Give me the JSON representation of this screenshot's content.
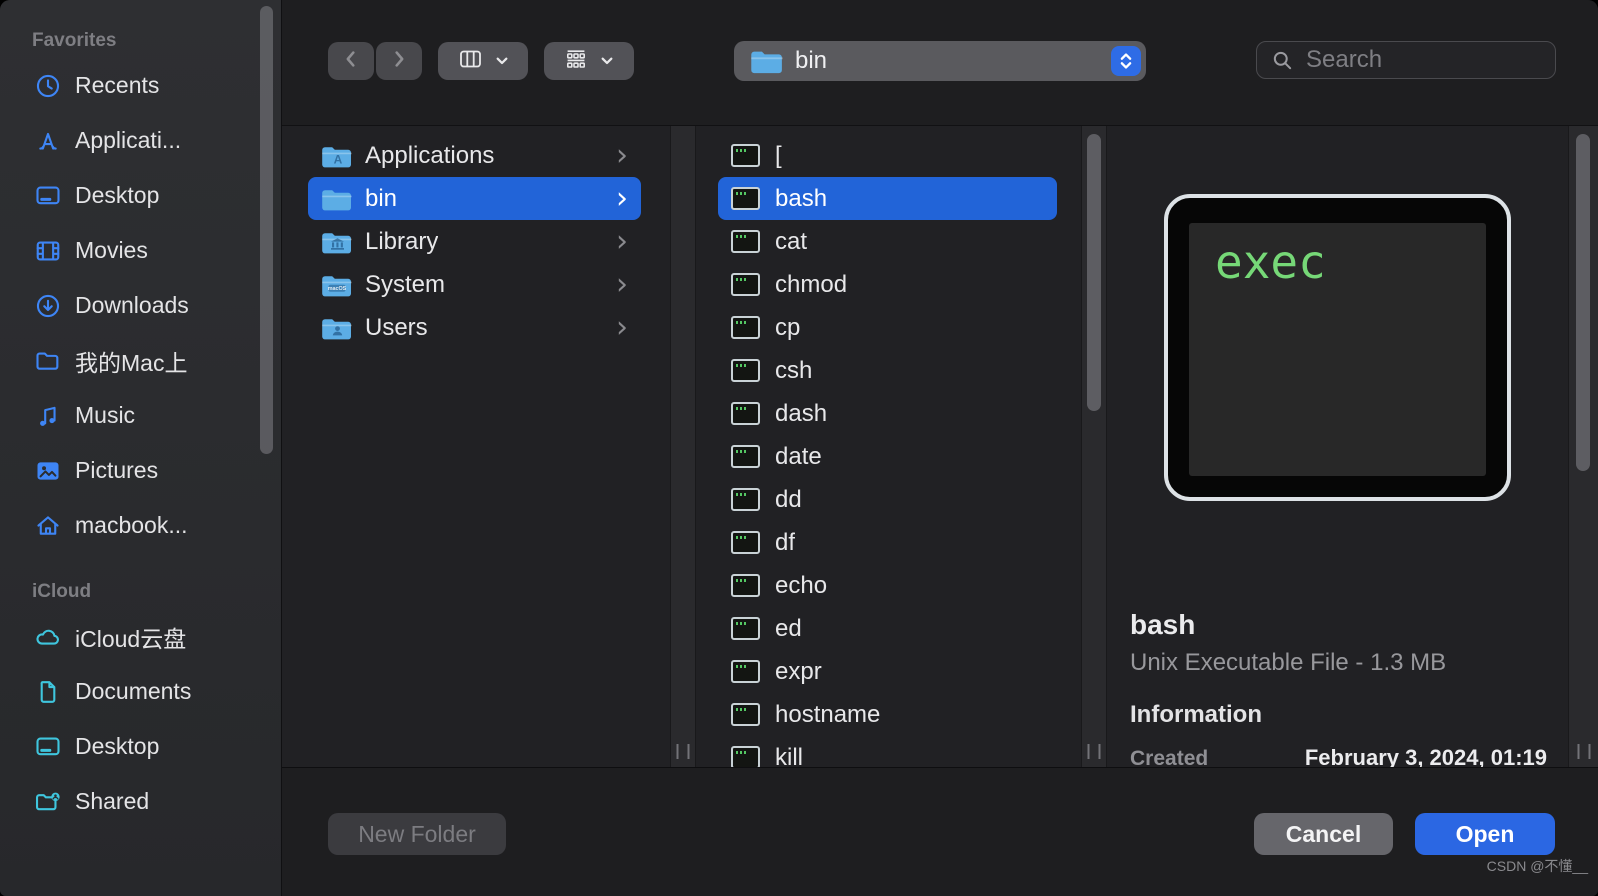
{
  "sidebar": {
    "sections": [
      {
        "label": "Favorites",
        "items": [
          {
            "label": "Recents",
            "icon": "clock-icon"
          },
          {
            "label": "Applicati...",
            "icon": "appstore-icon"
          },
          {
            "label": "Desktop",
            "icon": "desktop-icon"
          },
          {
            "label": "Movies",
            "icon": "film-icon"
          },
          {
            "label": "Downloads",
            "icon": "download-circle-icon"
          },
          {
            "label": "我的Mac上",
            "icon": "folder-outline-icon"
          },
          {
            "label": "Music",
            "icon": "music-note-icon"
          },
          {
            "label": "Pictures",
            "icon": "photo-icon"
          },
          {
            "label": "macbook...",
            "icon": "home-icon"
          }
        ]
      },
      {
        "label": "iCloud",
        "items": [
          {
            "label": "iCloud云盘",
            "icon": "cloud-icon"
          },
          {
            "label": "Documents",
            "icon": "document-icon"
          },
          {
            "label": "Desktop",
            "icon": "desktop-icon"
          },
          {
            "label": "Shared",
            "icon": "shared-folder-icon"
          }
        ]
      }
    ]
  },
  "toolbar": {
    "path_selector": {
      "value": "bin",
      "icon": "blue-folder-icon"
    },
    "search": {
      "placeholder": "Search",
      "icon": "search-icon"
    }
  },
  "columns": {
    "folders": [
      {
        "name": "Applications",
        "badge": "app-a",
        "selected": false
      },
      {
        "name": "bin",
        "badge": "none",
        "selected": true
      },
      {
        "name": "Library",
        "badge": "library",
        "selected": false
      },
      {
        "name": "System",
        "badge": "macos",
        "selected": false
      },
      {
        "name": "Users",
        "badge": "user",
        "selected": false
      }
    ],
    "files": [
      {
        "name": "[",
        "selected": false
      },
      {
        "name": "bash",
        "selected": true
      },
      {
        "name": "cat",
        "selected": false
      },
      {
        "name": "chmod",
        "selected": false
      },
      {
        "name": "cp",
        "selected": false
      },
      {
        "name": "csh",
        "selected": false
      },
      {
        "name": "dash",
        "selected": false
      },
      {
        "name": "date",
        "selected": false
      },
      {
        "name": "dd",
        "selected": false
      },
      {
        "name": "df",
        "selected": false
      },
      {
        "name": "echo",
        "selected": false
      },
      {
        "name": "ed",
        "selected": false
      },
      {
        "name": "expr",
        "selected": false
      },
      {
        "name": "hostname",
        "selected": false
      },
      {
        "name": "kill",
        "selected": false
      }
    ]
  },
  "preview": {
    "icon_text": "exec",
    "file_name": "bash",
    "file_kind": "Unix Executable File - 1.3 MB",
    "information_label": "Information",
    "fields": [
      {
        "label": "Created",
        "value": "February 3, 2024, 01:19"
      }
    ]
  },
  "footer": {
    "new_folder_label": "New Folder",
    "cancel_label": "Cancel",
    "open_label": "Open"
  },
  "watermark": "CSDN @不懂__",
  "colors": {
    "selection_blue": "#2264d8",
    "accent_blue": "#2b67e3",
    "stepper_blue": "#2e6ce6",
    "sidebar_favorites_blue": "#3e85f5",
    "sidebar_icloud_cyan": "#3fc6de",
    "exec_green": "#76d877"
  }
}
